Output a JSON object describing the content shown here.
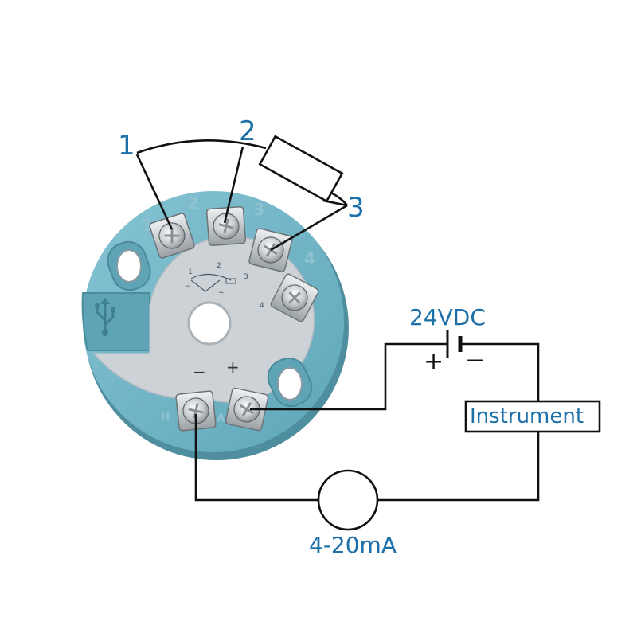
{
  "callouts": {
    "one": "1",
    "two": "2",
    "three": "3"
  },
  "terminal_numbers": {
    "t1": "1",
    "t2": "2",
    "t3": "3",
    "t4": "4"
  },
  "module_polarity": {
    "minus": "−",
    "plus": "+"
  },
  "module_bottom_marks": {
    "left": "H",
    "right": "A"
  },
  "mini_diagram": {
    "n1": "1",
    "n2": "2",
    "n3": "3",
    "n4": "4",
    "minus": "−",
    "plus": "+"
  },
  "supply": {
    "label": "24VDC",
    "plus": "+",
    "minus": "−"
  },
  "instrument": {
    "label": "Instrument"
  },
  "loop": {
    "label": "4-20mA"
  },
  "colors": {
    "body": "#71b7c9",
    "face": "#ccd1d6",
    "label_blue": "#1d6fa8",
    "wire": "#111111"
  },
  "icons": {
    "usb": "usb-icon",
    "screw": "screw-icon"
  }
}
